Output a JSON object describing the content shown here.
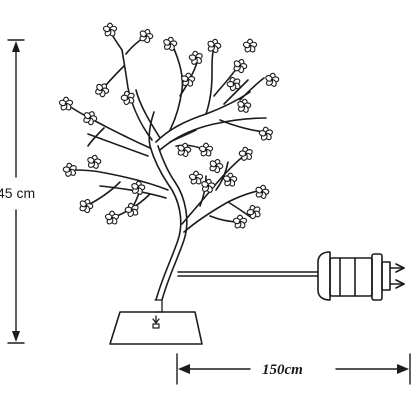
{
  "dimensions": {
    "height_label": "45 cm",
    "cable_label": "150cm"
  },
  "colors": {
    "ink": "#1c1c1c",
    "background": "#ffffff"
  },
  "components": [
    "tree",
    "base",
    "cable",
    "plug"
  ]
}
